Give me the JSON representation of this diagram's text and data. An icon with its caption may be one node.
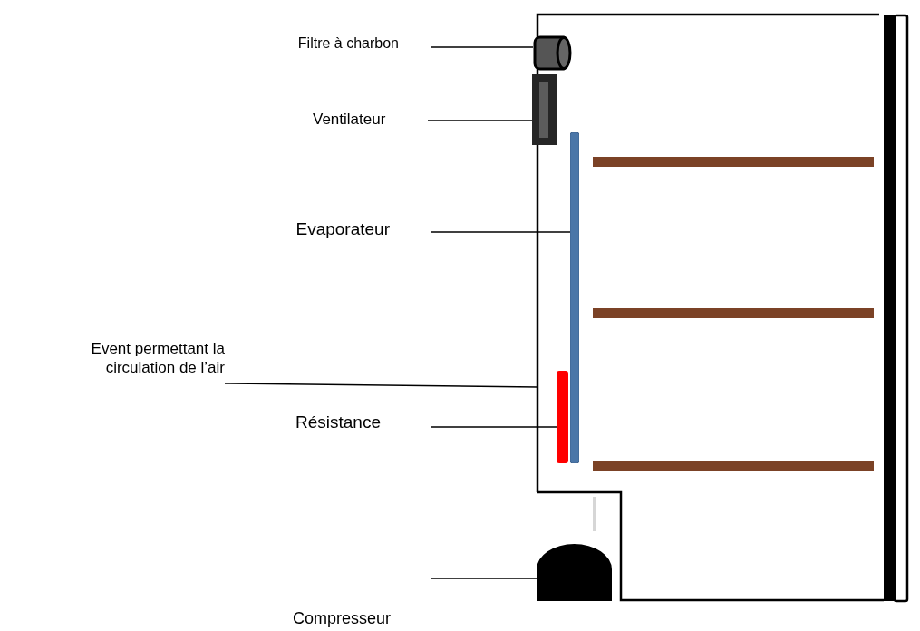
{
  "diagram": {
    "nodes": [
      {
        "text": [
          "Filtre à charbon"
        ]
      },
      {
        "text": [],
        "shape": "cylinder"
      },
      {
        "text": [
          "Ventilateur"
        ]
      },
      {
        "text": [],
        "shape": "box"
      },
      {
        "text": [
          "Evaporateur"
        ]
      },
      {
        "text": [],
        "shape": "bar"
      },
      {
        "text": [
          "Event permettant la circulation de l’air"
        ]
      },
      {
        "text": [
          "Résistance"
        ]
      },
      {
        "text": [],
        "shape": "bar"
      },
      {
        "text": [
          "Compresseur"
        ]
      },
      {
        "text": [],
        "shape": "dome"
      }
    ],
    "edges": [
      {
        "from": 0,
        "to": 1,
        "arrow": "none"
      },
      {
        "from": 2,
        "to": 3,
        "arrow": "none"
      },
      {
        "from": 4,
        "to": 5,
        "arrow": "none"
      },
      {
        "from": 6,
        "to": null,
        "arrow": "none"
      },
      {
        "from": 7,
        "to": 8,
        "arrow": "none"
      },
      {
        "from": 9,
        "to": 10,
        "arrow": "none"
      }
    ]
  }
}
